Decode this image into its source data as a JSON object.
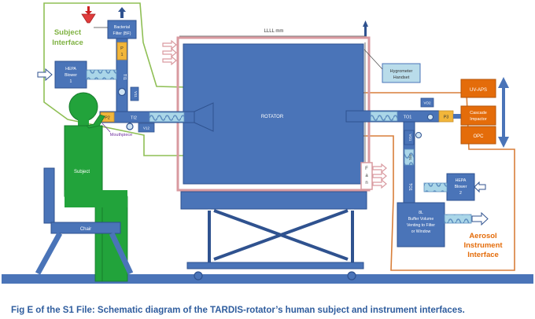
{
  "labels": {
    "subject_interface": [
      "Subject",
      "Interface"
    ],
    "aerosol_interface": [
      "Aerosol",
      "Instrument",
      "Interface"
    ],
    "bacterial_filter": [
      "Bacterial",
      "Filter (BF)"
    ],
    "hepa_blower_1": [
      "HEPA",
      "Blower",
      "1"
    ],
    "hepa_blower_2": [
      "HEPA",
      "Blower",
      "2"
    ],
    "p1": [
      "P",
      "1"
    ],
    "p2": "P2",
    "p3": "P3",
    "ti1": "TI1",
    "ti2": "TI2",
    "to1": "TO1",
    "to1_vertical": "TO1",
    "v11": "V11",
    "v12": "V12",
    "vo1": "VO1",
    "vo2": "VO2",
    "t01_small": "T01",
    "mouthpiece": "Mouthpiece",
    "rotator": "ROTATOR",
    "dimension": "LLLL mm",
    "hygrometer": [
      "Hygrometer",
      "Handset"
    ],
    "fan": [
      "F",
      "a",
      "n"
    ],
    "subject": "Subject",
    "chair": "Chair",
    "uv_aps": "UV-APS",
    "cascade_impactor": [
      "Cascade",
      "Impactor"
    ],
    "opc": "OPC",
    "buffer_volume": [
      "8L",
      "Buffer Volume",
      "Venting to Filter",
      "or Window"
    ]
  },
  "caption": "Fig E of the S1 File: Schematic diagram of the TARDIS-rotator’s human subject and instrument interfaces.",
  "colors": {
    "blue": "#4a74b8",
    "blue_dark": "#2f528f",
    "pink_frame": "#d99aa0",
    "green": "#22a33b",
    "green_line": "#8fbf55",
    "orange": "#e46c0a",
    "orange_line": "#d87f3a",
    "yellow": "#f2b63a",
    "light_blue": "#a9d4e6",
    "caption": "#2f5d9e"
  }
}
